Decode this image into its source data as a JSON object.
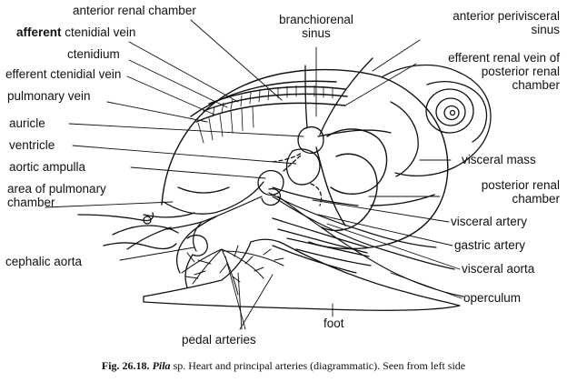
{
  "labels": {
    "anterior_renal_chamber": "anterior renal chamber",
    "branchiorenal_sinus_1": "branchiorenal",
    "branchiorenal_sinus_2": "sinus",
    "anterior_perivisceral_sinus_1": "anterior perivisceral",
    "anterior_perivisceral_sinus_2": "sinus",
    "afferent_word": "afferent",
    "afferent_rest": "ctenidial vein",
    "ctenidium": "ctenidium",
    "efferent_ctenidial_vein": "efferent ctenidial vein",
    "efferent_renal_vein_1": "efferent renal vein of",
    "efferent_renal_vein_2": "posterior renal",
    "efferent_renal_vein_3": "chamber",
    "pulmonary_vein": "pulmonary vein",
    "auricle": "auricle",
    "ventricle": "ventricle",
    "visceral_mass": "visceral mass",
    "aortic_ampulla": "aortic ampulla",
    "area_pulmonary_1": "area of pulmonary",
    "area_pulmonary_2": "chamber",
    "posterior_renal_1": "posterior renal",
    "posterior_renal_2": "chamber",
    "visceral_artery": "visceral artery",
    "gastric_artery": "gastric artery",
    "cephalic_aorta": "cephalic aorta",
    "visceral_aorta": "visceral aorta",
    "operculum": "operculum",
    "foot": "foot",
    "pedal_arteries": "pedal arteries"
  },
  "caption": {
    "fig_number": "Fig. 26.18.",
    "genus": "Pila",
    "text": "sp. Heart and principal arteries (diagrammatic). Seen from left side"
  }
}
